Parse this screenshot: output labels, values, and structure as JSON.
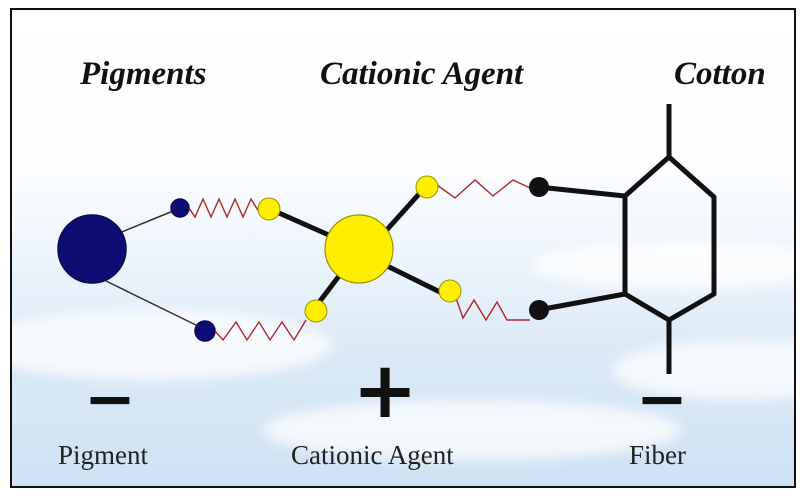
{
  "headings": {
    "pigments": "Pigments",
    "cationic_agent": "Cationic Agent",
    "cotton": "Cotton"
  },
  "charges": {
    "pigment": "−",
    "cationic_agent": "+",
    "fiber": "−"
  },
  "captions": {
    "pigment": "Pigment",
    "cationic_agent": "Cationic Agent",
    "fiber": "Fiber"
  },
  "colors": {
    "pigment": "#0c0c73",
    "cationic": "#ffee00",
    "chain": "#b0282a",
    "bond": "#111111"
  }
}
